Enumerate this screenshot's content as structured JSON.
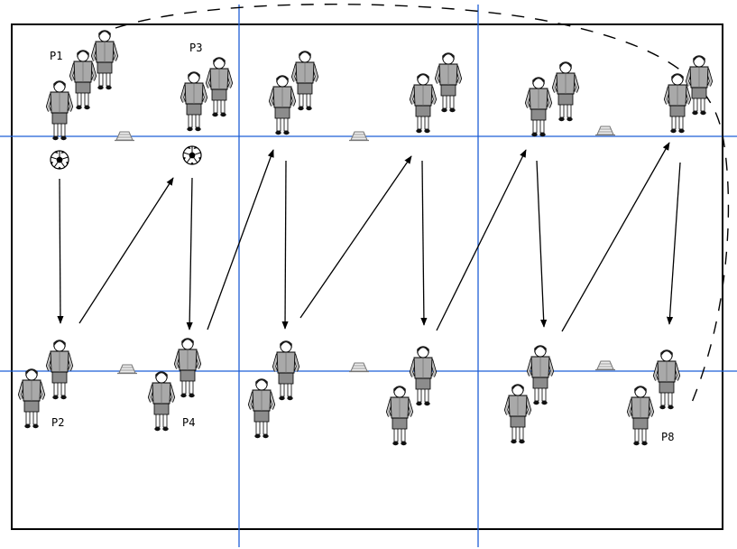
{
  "labels": {
    "p1": "P1",
    "p2": "P2",
    "p3": "P3",
    "p4": "P4",
    "p8": "P8"
  },
  "colors": {
    "field_border": "#000000",
    "grid_line": "#1f5fd6",
    "arrow": "#000000",
    "player_shirt": "#a9a9a9",
    "player_shorts": "#8c8c8c",
    "player_hair": "#1a1a1a",
    "player_skin": "#ffffff",
    "cone": "#ececec"
  },
  "icons": {
    "player": "player-figure-icon",
    "ball": "soccer-ball-icon",
    "cone": "cone-marker-icon"
  }
}
